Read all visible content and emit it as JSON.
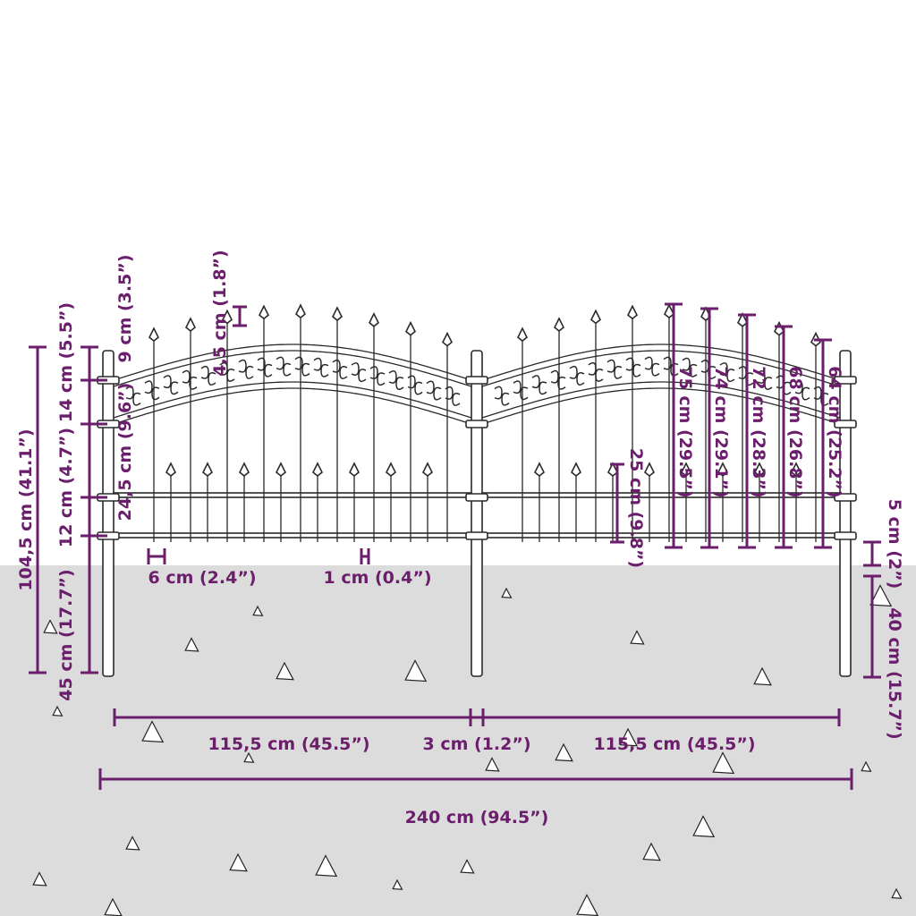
{
  "colors": {
    "dimension": "#6b1e6b",
    "ground": "#dcdcdc",
    "fence_stroke": "#2a2a2a"
  },
  "dimensions": {
    "spike_height": "4,5 cm (1.8”)",
    "top_gap": "9 cm (3.5”)",
    "arch_band": "14 cm (5.5”)",
    "rail_spacing": "12 cm (4.7”)",
    "total_height": "104,5 cm (41.1”)",
    "lower_section": "24,5 cm (9.6”)",
    "post_ground": "45 cm (17.7”)",
    "bar_spacing": "6 cm (2.4”)",
    "bar_width": "1 cm (0.4”)",
    "short_bar": "25 cm (9.8”)",
    "h75": "75 cm (29.5”)",
    "h74": "74 cm (29.1”)",
    "h72": "72 cm (28.3”)",
    "h68": "68 cm (26.8”)",
    "h64": "64 cm (25.2”)",
    "bottom_clearance": "5 cm (2”)",
    "stake_depth": "40 cm (15.7”)",
    "panel_width_left": "115,5 cm (45.5”)",
    "post_width": "3 cm (1.2”)",
    "panel_width_right": "115,5 cm (45.5”)",
    "total_width": "240 cm (94.5”)"
  }
}
